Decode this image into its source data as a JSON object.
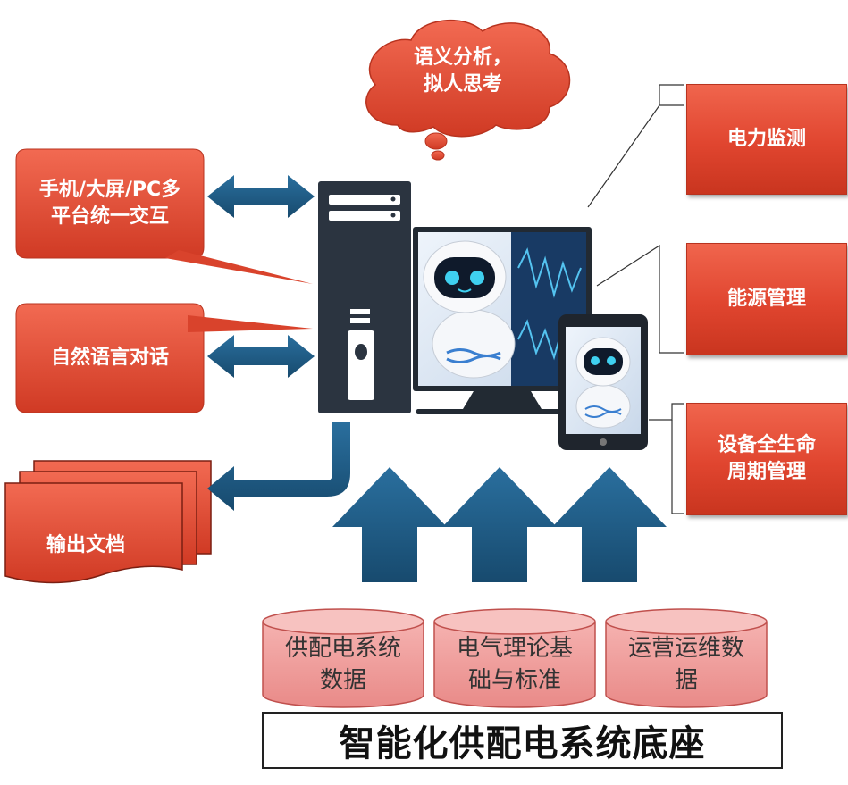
{
  "thought_bubble": {
    "text": "语义分析，\n拟人思考"
  },
  "left_callouts": [
    {
      "text": "手机/大屏/PC多\n平台统一交互"
    },
    {
      "text": "自然语言对话"
    }
  ],
  "output_doc": {
    "text": "输出文档"
  },
  "right_boxes": [
    {
      "text": "电力监测"
    },
    {
      "text": "能源管理"
    },
    {
      "text": "设备全生命\n周期管理"
    }
  ],
  "databases": [
    {
      "text": "供配电系统\n数据"
    },
    {
      "text": "电气理论基\n础与标准"
    },
    {
      "text": "运营运维数\n据"
    }
  ],
  "base": {
    "text": "智能化供配电系统底座"
  },
  "colors": {
    "callout_red": "#e0452f",
    "arrow_blue": "#1f5f8b",
    "device_dark": "#2b3440",
    "db_fill": "#f0a0a0"
  }
}
